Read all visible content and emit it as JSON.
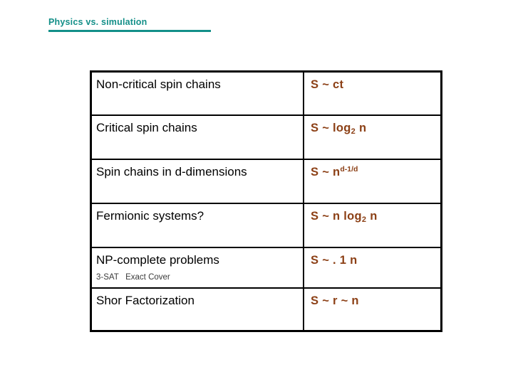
{
  "slide": {
    "title": "Physics vs. simulation",
    "title_color": "#138f88",
    "background_color": "#ffffff"
  },
  "table": {
    "border_color": "#000000",
    "system_text_color": "#000000",
    "formula_text_color": "#8c4016",
    "rows": [
      {
        "system": "Non-critical spin chains",
        "sub": "",
        "formula_prefix": "S ~ ct",
        "formula_sub": "",
        "formula_sup": "",
        "formula_suffix": "",
        "formula_plain": "S ~ ct"
      },
      {
        "system": "Critical spin chains",
        "sub": "",
        "formula_prefix": "S ~ log",
        "formula_sub": "2",
        "formula_sup": "",
        "formula_suffix": " n",
        "formula_plain": "S ~ log2 n"
      },
      {
        "system": "Spin chains in d-dimensions",
        "sub": "",
        "formula_prefix": "S ~ n",
        "formula_sub": "",
        "formula_sup": "d-1/d",
        "formula_suffix": "",
        "formula_plain": "S ~ n^(d-1/d)"
      },
      {
        "system": "Fermionic systems?",
        "sub": "",
        "formula_prefix": "S ~ n log",
        "formula_sub": "2",
        "formula_sup": "",
        "formula_suffix": " n",
        "formula_plain": "S ~ n log2 n"
      },
      {
        "system": "NP-complete problems",
        "sub": "3-SAT   Exact Cover",
        "formula_prefix": "S ~ . 1 n",
        "formula_sub": "",
        "formula_sup": "",
        "formula_suffix": "",
        "formula_plain": "S ~ . 1 n"
      },
      {
        "system": "Shor Factorization",
        "sub": "",
        "formula_prefix": "S ~ r ~ n",
        "formula_sub": "",
        "formula_sup": "",
        "formula_suffix": "",
        "formula_plain": "S ~ r ~ n"
      }
    ]
  }
}
